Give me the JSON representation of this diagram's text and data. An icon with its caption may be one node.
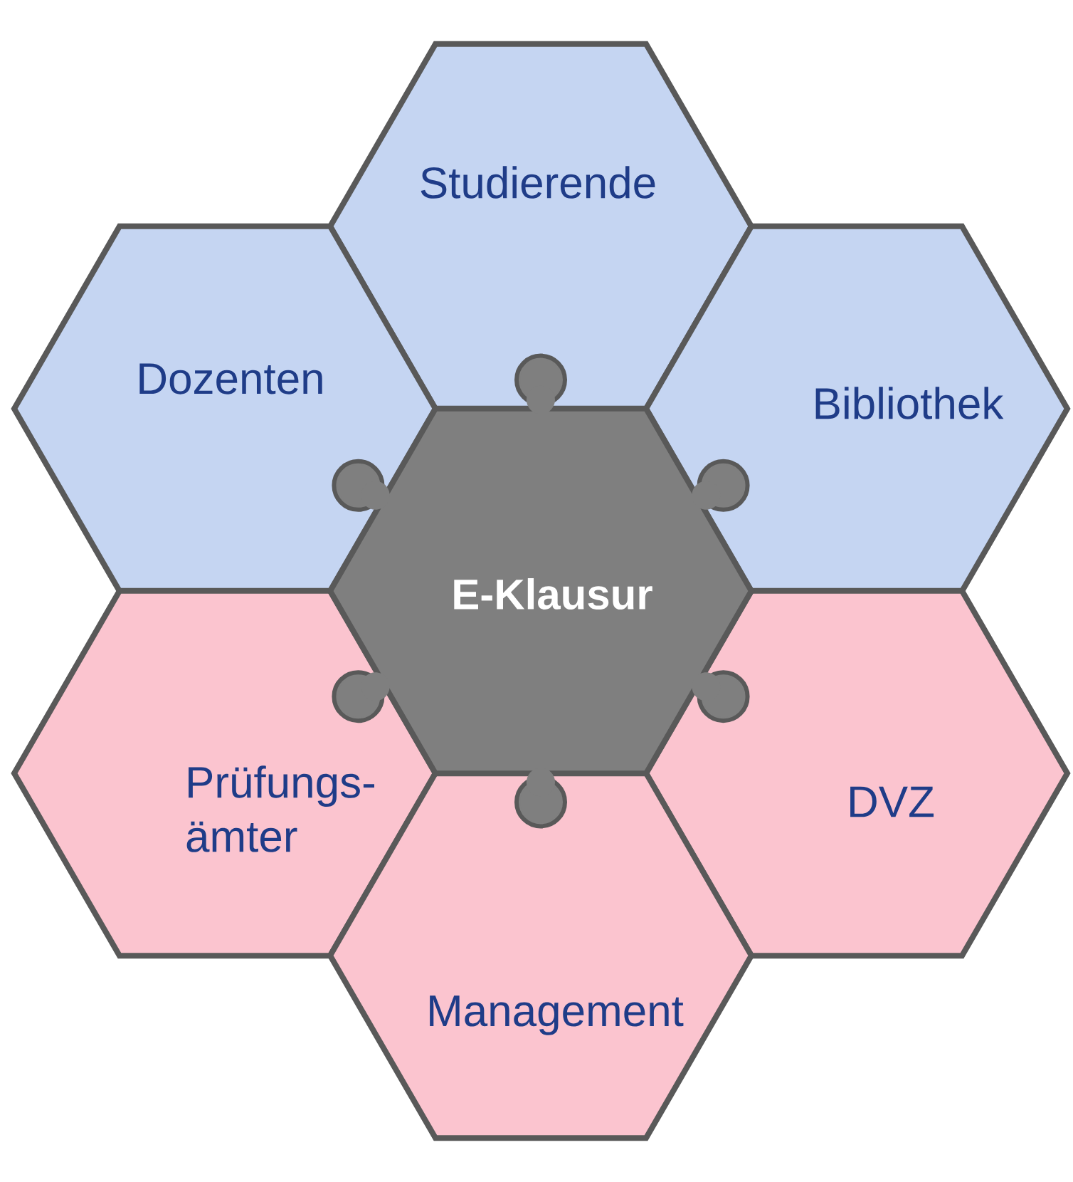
{
  "diagram": {
    "nodes": [
      {
        "text": [
          "Studierende"
        ]
      },
      {
        "text": [
          "Dozenten"
        ]
      },
      {
        "text": [
          "Bibliothek"
        ]
      },
      {
        "text": [
          "E-Klausur"
        ]
      },
      {
        "text": [
          "Prüfungs- ämter"
        ]
      },
      {
        "text": [
          "DVZ"
        ]
      },
      {
        "text": [
          "Management"
        ]
      }
    ]
  }
}
